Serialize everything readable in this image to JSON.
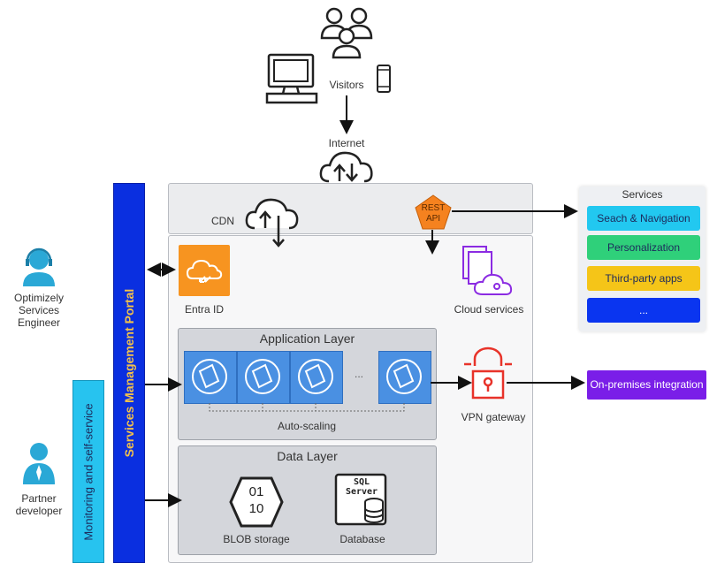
{
  "visitors": {
    "label": "Visitors"
  },
  "internet": {
    "label": "Internet"
  },
  "cdn": {
    "label": "CDN"
  },
  "rest_api": {
    "line1": "REST",
    "line2": "API"
  },
  "entra": {
    "label": "Entra ID"
  },
  "cloud_services": {
    "label": "Cloud services"
  },
  "app_layer": {
    "title": "Application Layer",
    "autoscaling": "Auto-scaling",
    "ellipsis": "..."
  },
  "data_layer": {
    "title": "Data Layer",
    "blob_label": "BLOB storage",
    "blob_line1": "01",
    "blob_line2": "10",
    "db_label": "Database",
    "sql_text": "SQL Server"
  },
  "vpn": {
    "label": "VPN gateway"
  },
  "portal": {
    "label": "Services Management Portal"
  },
  "monitoring": {
    "label": "Monitoring and self-service"
  },
  "engineer": {
    "line1": "Optimizely",
    "line2": "Services",
    "line3": "Engineer"
  },
  "partner": {
    "line1": "Partner",
    "line2": "developer"
  },
  "services_panel": {
    "title": "Services",
    "items": [
      {
        "label": "Seach & Navigation",
        "color": "#22c8f0",
        "text_color": "#1d2a5c"
      },
      {
        "label": "Personalization",
        "color": "#2fd07a",
        "text_color": "#1d2a5c"
      },
      {
        "label": "Third-party apps",
        "color": "#f5c518",
        "text_color": "#1d2a5c"
      },
      {
        "label": "...",
        "color": "#0a35f0",
        "text_color": "#ffffff"
      }
    ]
  },
  "onprem": {
    "label": "On-premises integration"
  },
  "colors": {
    "portal": "#0a2fe0",
    "monitoring": "#27c3ef",
    "entra": "#f79420",
    "vpn": "#e8332a",
    "rest": "#f5821f",
    "cloud_services": "#8b2be2",
    "onprem": "#7a1ee8"
  }
}
